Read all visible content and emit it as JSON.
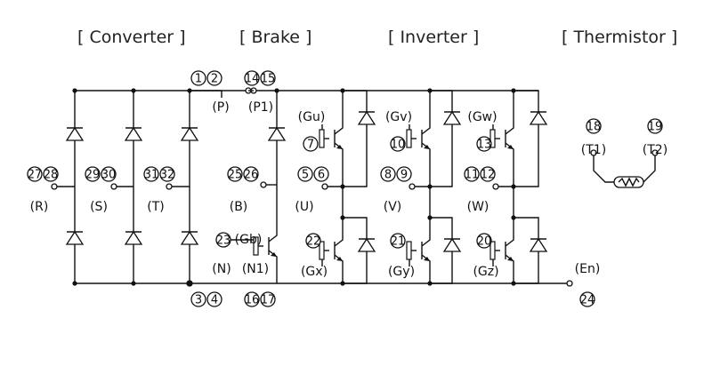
{
  "sections": {
    "converter": "[ Converter ]",
    "brake": "[ Brake ]",
    "inverter": "[ Inverter ]",
    "thermistor": "[ Thermistor ]"
  },
  "terminals": {
    "p": {
      "label": "(P)",
      "pins": [
        "1",
        "2"
      ]
    },
    "p1": {
      "label": "(P1)",
      "pins": [
        "14",
        "15"
      ]
    },
    "r": {
      "label": "(R)",
      "pins": [
        "27",
        "28"
      ]
    },
    "s": {
      "label": "(S)",
      "pins": [
        "29",
        "30"
      ]
    },
    "t": {
      "label": "(T)",
      "pins": [
        "31",
        "32"
      ]
    },
    "b": {
      "label": "(B)",
      "pins": [
        "25",
        "26"
      ]
    },
    "u": {
      "label": "(U)",
      "pins": [
        "5",
        "6"
      ]
    },
    "v": {
      "label": "(V)",
      "pins": [
        "8",
        "9"
      ]
    },
    "w": {
      "label": "(W)",
      "pins": [
        "11",
        "12"
      ]
    },
    "gb": {
      "label": "(Gb)",
      "pins": [
        "23"
      ]
    },
    "gu": {
      "label": "(Gu)",
      "pins": [
        "7"
      ]
    },
    "gv": {
      "label": "(Gv)",
      "pins": [
        "10"
      ]
    },
    "gw": {
      "label": "(Gw)",
      "pins": [
        "13"
      ]
    },
    "gx": {
      "label": "(Gx)",
      "pins": [
        "22"
      ]
    },
    "gy": {
      "label": "(Gy)",
      "pins": [
        "21"
      ]
    },
    "gz": {
      "label": "(Gz)",
      "pins": [
        "20"
      ]
    },
    "n": {
      "label": "(N)",
      "pins": [
        "3",
        "4"
      ]
    },
    "n1": {
      "label": "(N1)",
      "pins": [
        "16",
        "17"
      ]
    },
    "en": {
      "label": "(En)",
      "pins": [
        "24"
      ]
    },
    "t1": {
      "label": "(T1)",
      "pins": [
        "18"
      ]
    },
    "t2": {
      "label": "(T2)",
      "pins": [
        "19"
      ]
    }
  }
}
